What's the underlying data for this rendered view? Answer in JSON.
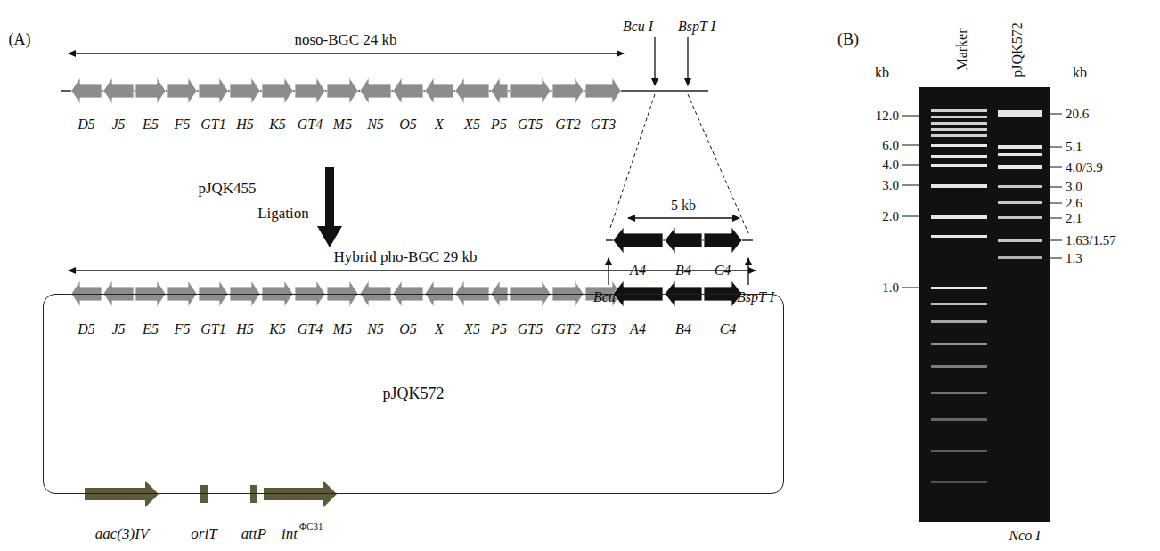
{
  "diagram": {
    "nodes": [
      {
        "text": [
          "pJQK572"
        ]
      }
    ],
    "labels": [
      "(A)",
      "noso-BGC 24 kb",
      "Bcu I",
      "BspT I",
      "D5",
      "J5",
      "E5",
      "F5",
      "GT1",
      "H5",
      "K5",
      "GT4",
      "M5",
      "N5",
      "O5",
      "X",
      "X5",
      "P5",
      "GT5",
      "GT2",
      "GT3",
      "pJQK455",
      "Ligation",
      "5 kb",
      "A4",
      "B4",
      "C4",
      "Bcu I",
      "BspT I",
      "Hybrid pho-BGC 29 kb",
      "D5",
      "J5",
      "E5",
      "F5",
      "GT1",
      "H5",
      "K5",
      "GT4",
      "M5",
      "N5",
      "O5",
      "X",
      "X5",
      "P5",
      "GT5",
      "GT2",
      "GT3",
      "A4",
      "B4",
      "C4",
      "aac(3)IV",
      "oriT",
      "attP",
      "int",
      "ΦC31",
      "(B)",
      "kb",
      "kb",
      "Marker",
      "pJQK572",
      "12.0",
      "6.0",
      "4.0",
      "3.0",
      "2.0",
      "1.0",
      "20.6",
      "5.1",
      "4.0/3.9",
      "3.0",
      "2.6",
      "2.1",
      "1.63/1.57",
      "1.3",
      "Nco I"
    ]
  }
}
